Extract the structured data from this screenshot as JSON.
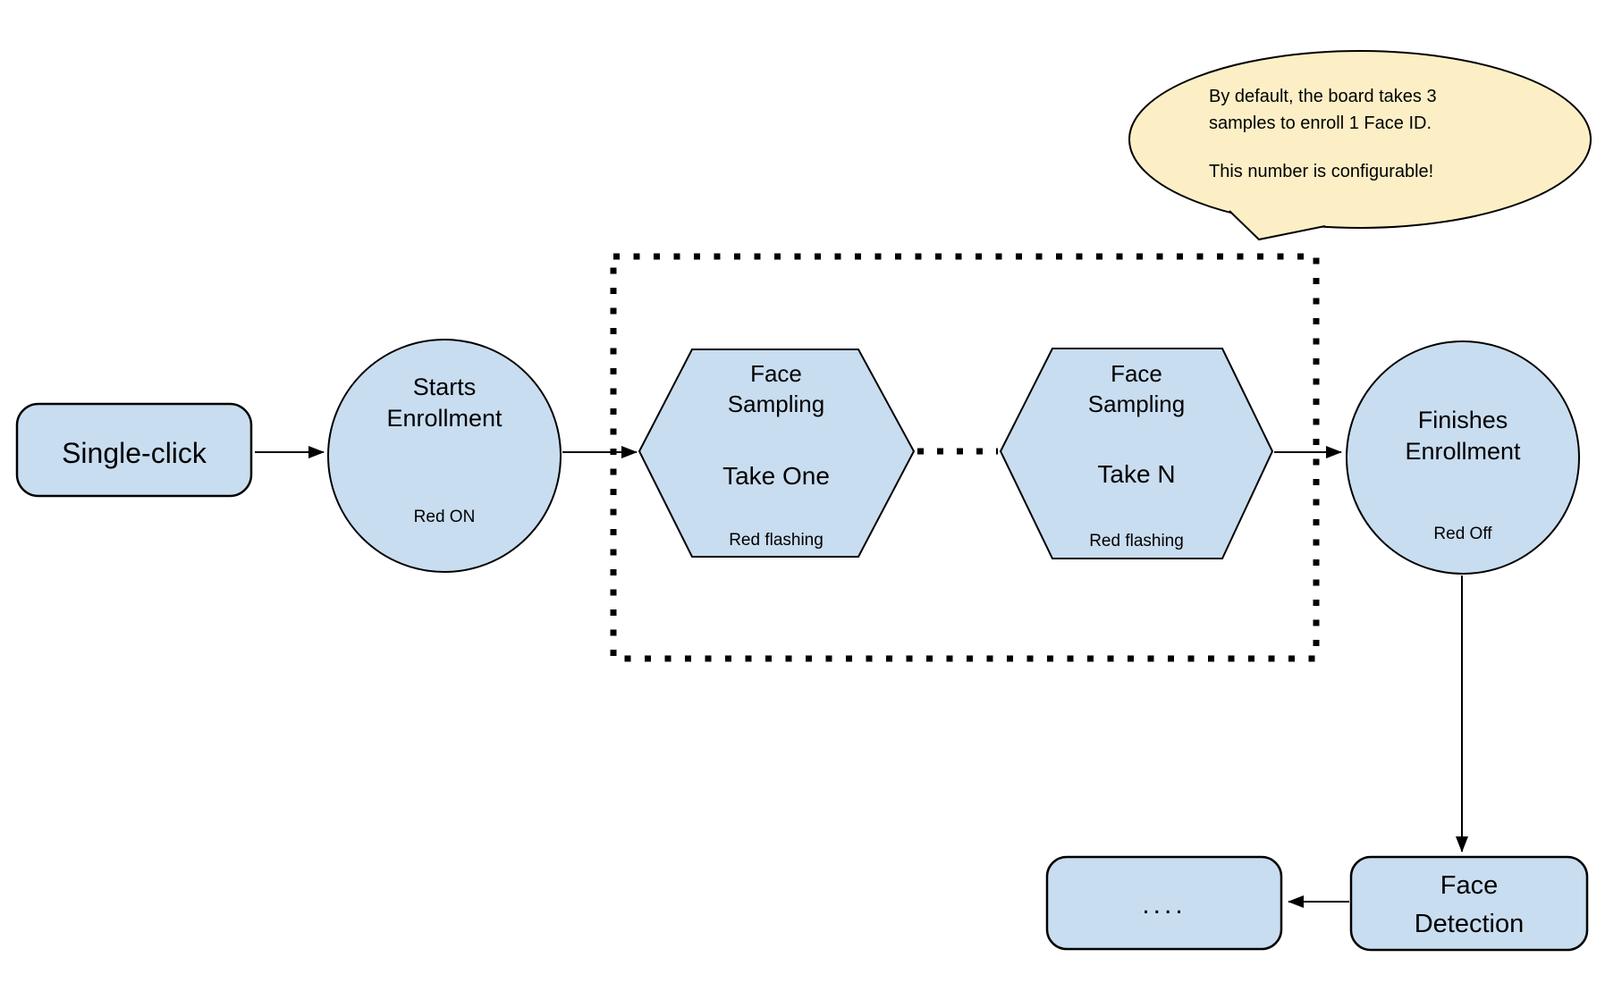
{
  "diagram": {
    "background": "#ffffff",
    "node_fill": "#c9ddf0",
    "node_stroke": "#000000",
    "bubble_fill": "#fcefc6"
  },
  "callout": {
    "line1": "By default, the board takes 3",
    "line2": "samples to enroll 1 Face ID.",
    "line3": "This number is configurable!"
  },
  "nodes": {
    "single_click": {
      "label": "Single-click"
    },
    "starts_enrollment": {
      "title_line1": "Starts",
      "title_line2": "Enrollment",
      "status": "Red ON"
    },
    "take_one": {
      "line1": "Face",
      "line2": "Sampling",
      "title": "Take One",
      "status": "Red flashing"
    },
    "take_n": {
      "line1": "Face",
      "line2": "Sampling",
      "title": "Take N",
      "status": "Red flashing"
    },
    "finishes_enrollment": {
      "title_line1": "Finishes",
      "title_line2": "Enrollment",
      "status": "Red Off"
    },
    "face_detection": {
      "title_line1": "Face",
      "title_line2": "Detection"
    },
    "continuation": {
      "label": "...."
    }
  }
}
